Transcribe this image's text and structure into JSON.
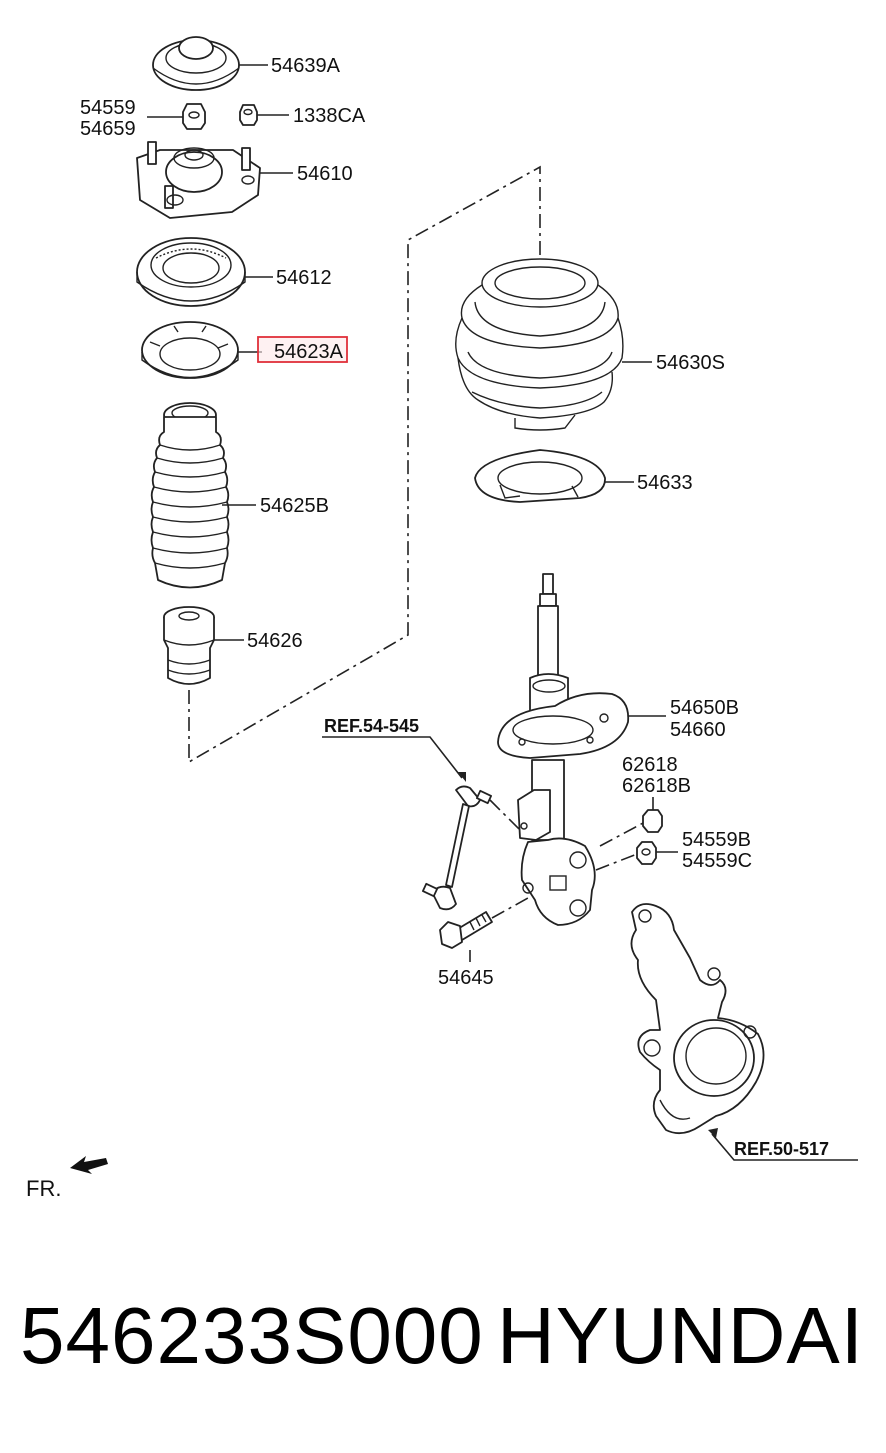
{
  "labels": {
    "l54639A": "54639A",
    "l54559": "54559",
    "l54659": "54659",
    "l1338CA": "1338CA",
    "l54610": "54610",
    "l54612": "54612",
    "l54623A": "54623A",
    "l54625B": "54625B",
    "l54626": "54626",
    "l54630S": "54630S",
    "l54633": "54633",
    "l54650B": "54650B",
    "l54660": "54660",
    "l62618": "62618",
    "l62618B": "62618B",
    "l54559B": "54559B",
    "l54559C": "54559C",
    "l54645": "54645",
    "ref54545": "REF.54-545",
    "ref50517": "REF.50-517",
    "fr": "FR."
  },
  "highlight_color": "#e0303a",
  "footer": {
    "part_number": "546233S000",
    "brand": "HYUNDAI"
  }
}
